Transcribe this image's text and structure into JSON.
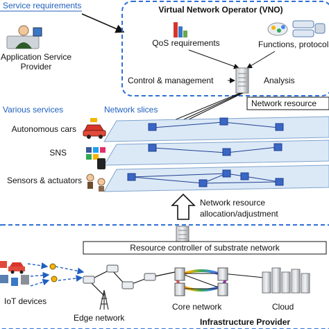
{
  "top_left": {
    "service_requirements": "Service requirements",
    "provider_line1": "Application Service",
    "provider_line2": "Provider"
  },
  "vno": {
    "title": "Virtual Network Operator (VNO)",
    "qos": "QoS requirements",
    "functions": "Functions, protocols",
    "control": "Control & management",
    "analysis": "Analysis",
    "network_resource": "Network resource"
  },
  "services": {
    "header": "Various services",
    "slices_header": "Network slices",
    "items": [
      "Autonomous cars",
      "SNS",
      "Sensors & actuators"
    ]
  },
  "allocation": {
    "line1": "Network resource",
    "line2": "allocation/adjustment"
  },
  "substrate": {
    "controller": "Resource controller of substrate network"
  },
  "infrastructure": {
    "iot": "IoT devices",
    "edge": "Edge network",
    "core": "Core network",
    "cloud": "Cloud",
    "provider": "Infrastructure Provider"
  },
  "colors": {
    "accent_blue": "#1f5fbf",
    "dash_blue": "#2f6fd6",
    "slice_fill": "#dbe9f7",
    "slice_stroke": "#7fa3cc"
  }
}
